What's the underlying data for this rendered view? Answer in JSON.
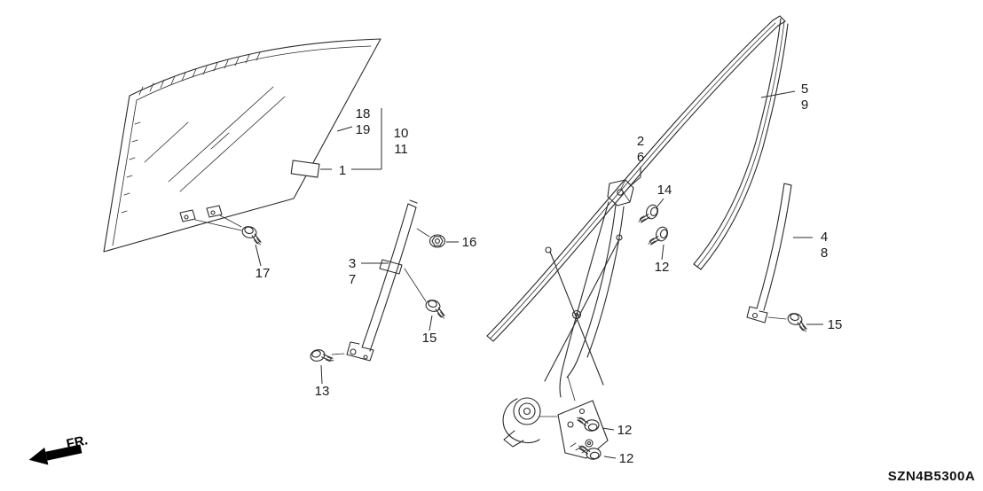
{
  "meta": {
    "code": "SZN4B5300A",
    "fr": "FR."
  },
  "labels": {
    "n18": "18",
    "n19": "19",
    "n10": "10",
    "n11": "11",
    "n1": "1",
    "n17": "17",
    "n3": "3",
    "n7": "7",
    "n16": "16",
    "n15a": "15",
    "n13": "13",
    "n2": "2",
    "n6": "6",
    "n14": "14",
    "n12a": "12",
    "n12b": "12",
    "n12c": "12",
    "n5": "5",
    "n9": "9",
    "n4": "4",
    "n8": "8",
    "n15b": "15"
  }
}
